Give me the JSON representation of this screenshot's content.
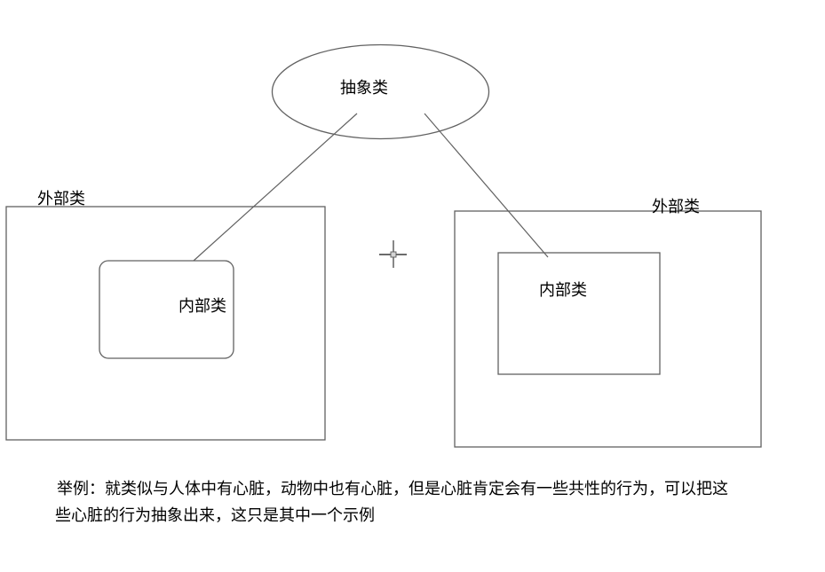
{
  "diagram": {
    "abstract_class": {
      "label": "抽象类"
    },
    "left_group": {
      "outer_label": "外部类",
      "inner_label": "内部类"
    },
    "right_group": {
      "outer_label": "外部类",
      "inner_label": "内部类"
    },
    "stroke_color": "#616161",
    "crosshair_color": "#3a3a3a",
    "text_color": "#000000"
  },
  "caption": {
    "line1": "举例：就类似与人体中有心脏，动物中也有心脏，但是心脏肯定会有一些共性的行为，可以把这",
    "line2": "些心脏的行为抽象出来，这只是其中一个示例"
  }
}
